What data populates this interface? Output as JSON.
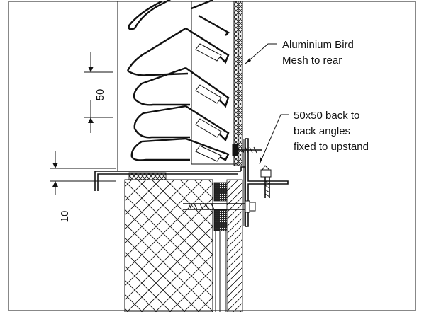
{
  "annotations": {
    "bird_mesh_line1": "Aluminium Bird",
    "bird_mesh_line2": "Mesh to rear",
    "angles_line1": "50x50 back to",
    "angles_line2": "back angles",
    "angles_line3": "fixed to upstand"
  },
  "dimensions": {
    "louvre_pitch": "50",
    "lip_height": "10"
  },
  "colors": {
    "line": "#111111",
    "background": "#ffffff",
    "seal": "#222222"
  }
}
